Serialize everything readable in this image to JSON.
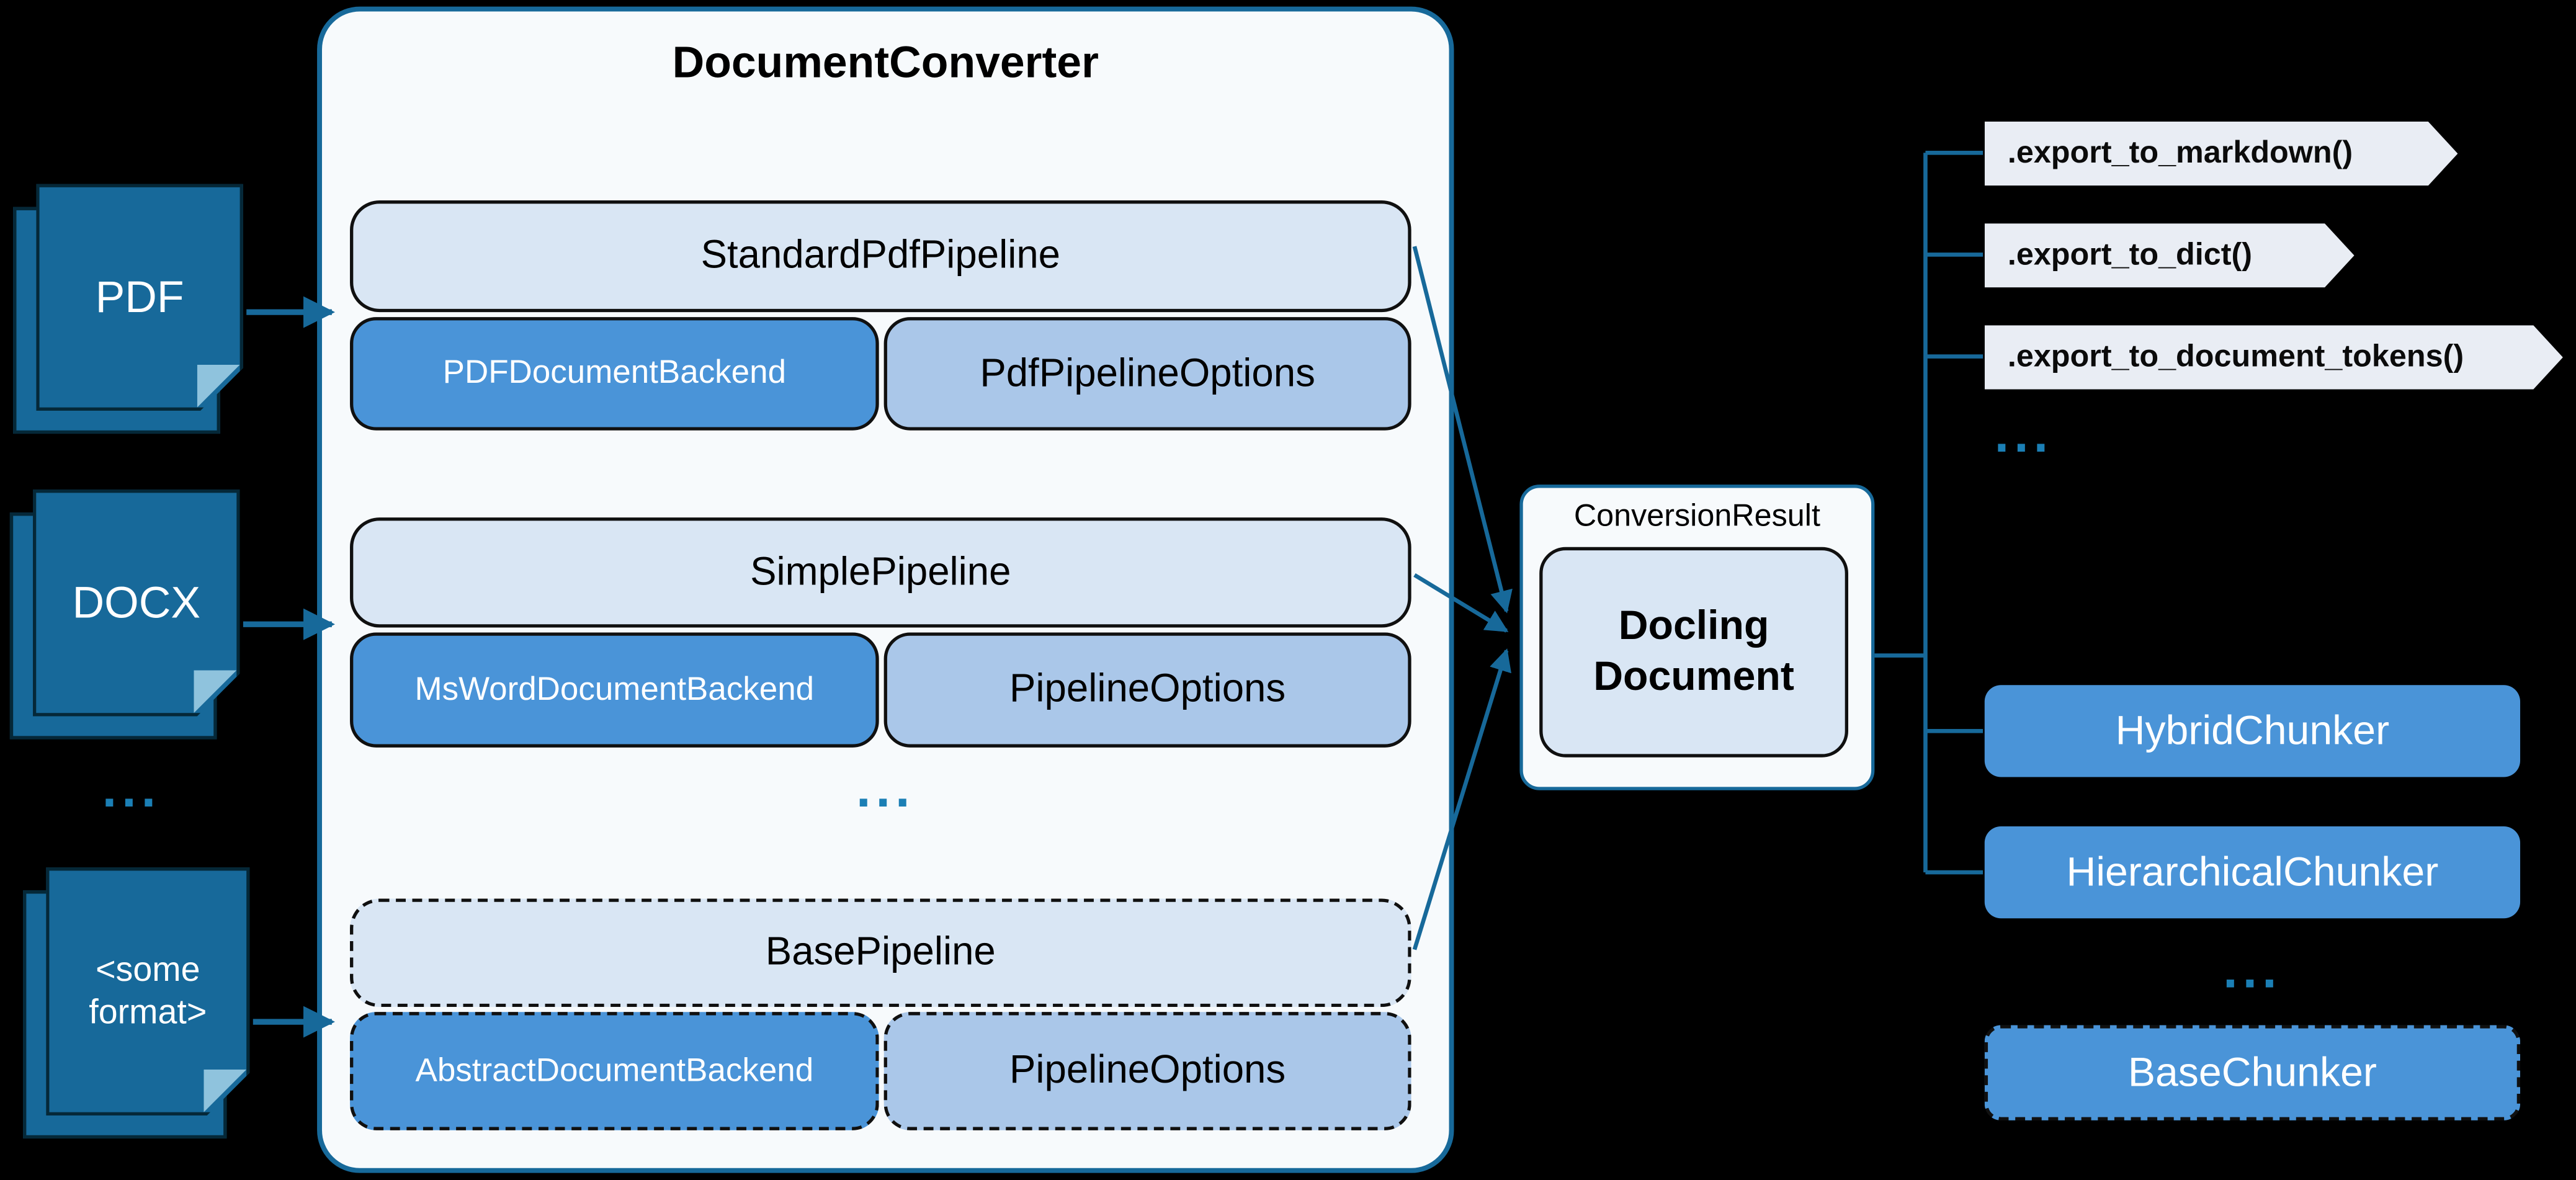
{
  "inputs": {
    "items": [
      {
        "label": "PDF"
      },
      {
        "label": "DOCX"
      },
      {
        "label": "<some format>"
      }
    ],
    "ellipsis": "..."
  },
  "converter": {
    "title": "DocumentConverter",
    "pipelines": [
      {
        "name": "StandardPdfPipeline",
        "backend": "PDFDocumentBackend",
        "options": "PdfPipelineOptions"
      },
      {
        "name": "SimplePipeline",
        "backend": "MsWordDocumentBackend",
        "options": "PipelineOptions"
      },
      {
        "name": "BasePipeline",
        "backend": "AbstractDocumentBackend",
        "options": "PipelineOptions"
      }
    ],
    "ellipsis": "..."
  },
  "conversion_result": {
    "label": "ConversionResult",
    "document": "Docling Document"
  },
  "exports": {
    "items": [
      ".export_to_markdown()",
      ".export_to_dict()",
      ".export_to_document_tokens()"
    ],
    "ellipsis": "..."
  },
  "chunkers": {
    "items": [
      "HybridChunker",
      "HierarchicalChunker"
    ],
    "ellipsis": "...",
    "base": "BaseChunker"
  },
  "colors": {
    "teal": "#17699A",
    "blue": "#4A94D8",
    "light_blue": "#AAC7E9",
    "pale_blue": "#D9E6F4",
    "panel_bg": "#F7FAFC",
    "tag_bg": "#E9EDF4",
    "background": "#000000"
  }
}
